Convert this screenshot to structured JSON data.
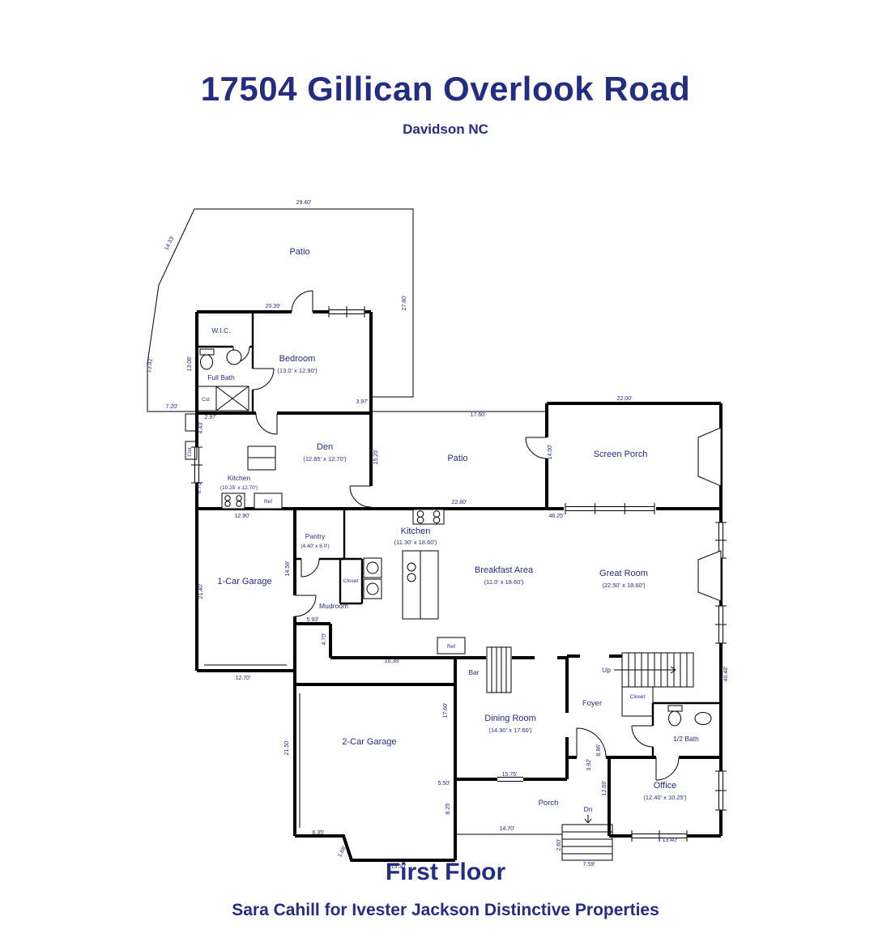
{
  "header": {
    "title": "17504 Gillican Overlook Road",
    "subtitle": "Davidson NC"
  },
  "footer": {
    "floor_label": "First Floor",
    "credit": "Sara Cahill for Ivester Jackson Distinctive Properties"
  },
  "colors": {
    "text_blue": "#232d82",
    "wall_black": "#000000"
  },
  "rooms": {
    "patio_top": "Patio",
    "wic": "W.I.C.",
    "bedroom": "Bedroom",
    "bedroom_dims": "(13.0' x 12.90')",
    "full_bath": "Full Bath",
    "cst": "Cst",
    "clst": "Clst",
    "den": "Den",
    "den_dims": "(12.85' x 12.70')",
    "kitchen_small": "Kitchen",
    "kitchen_small_dims": "(10.25' x 12.70')",
    "ref_small": "Ref",
    "patio_mid": "Patio",
    "screen_porch": "Screen Porch",
    "kitchen_main": "Kitchen",
    "kitchen_main_dims": "(11.30' x 18.60')",
    "pantry": "Pantry",
    "pantry_dims": "(4.40' x 8.0')",
    "closet_mud": "Closet",
    "mudroom": "Mudroom",
    "breakfast": "Breakfast Area",
    "breakfast_dims": "(11.0' x 18.60')",
    "great_room": "Great Room",
    "great_room_dims": "(22.50' x 18.60')",
    "garage1": "1-Car Garage",
    "garage2": "2-Car Garage",
    "ref_main": "Ref",
    "bar": "Bar",
    "dining": "Dining Room",
    "dining_dims": "(14.90' x 17.60')",
    "foyer": "Foyer",
    "up": "Up",
    "closet_stairs": "Closet",
    "half_bath": "1/2 Bath",
    "porch": "Porch",
    "office": "Office",
    "office_dims": "(12.40' x 10.25')",
    "dn": "Dn"
  },
  "measurements": {
    "patio_top_width": "29.40'",
    "patio_right_side": "27.80'",
    "patio_upper_left": "14.33'",
    "patio_left_side": "13.92'",
    "patio_bottom": "7.20'",
    "bedroom_top": "20.39'",
    "bath_left": "13.08'",
    "bedroom_bottom": "3.97'",
    "bath_step": "2.97'",
    "left_notch": "4.43'",
    "den_right": "15.25'",
    "patio_mid_top": "17.60'",
    "screen_porch_top": "22.00'",
    "screen_porch_left": "14.00'",
    "kitchen_top": "22.80'",
    "great_room_top": "46.25'",
    "garage1_top": "12.90'",
    "kitchen_small_left": "8.70'",
    "garage1_right": "14.58'",
    "garage1_left": "21.40'",
    "garage1_bottom": "12.70'",
    "mudroom_bottom": "5.93'",
    "mudroom_step": "4.70'",
    "hall_bottom": "16.38'",
    "garage2_left": "21.50'",
    "dining_left": "17.60'",
    "garage2_bottom_left": "6.35'",
    "garage2_corner": "1.68'",
    "garage2_bottom": "15.30'",
    "garage2_step": "5.50'",
    "garage2_right": "8.25'",
    "dining_bottom": "15.75'",
    "porch_bottom": "14.70'",
    "foyer_step_a": "3.92'",
    "foyer_step_b": "8.86'",
    "office_left": "12.69'",
    "office_bottom": "13.40'",
    "front_steps_width": "7.59'",
    "front_steps_side": "2.60'",
    "right_side": "40.48'"
  }
}
